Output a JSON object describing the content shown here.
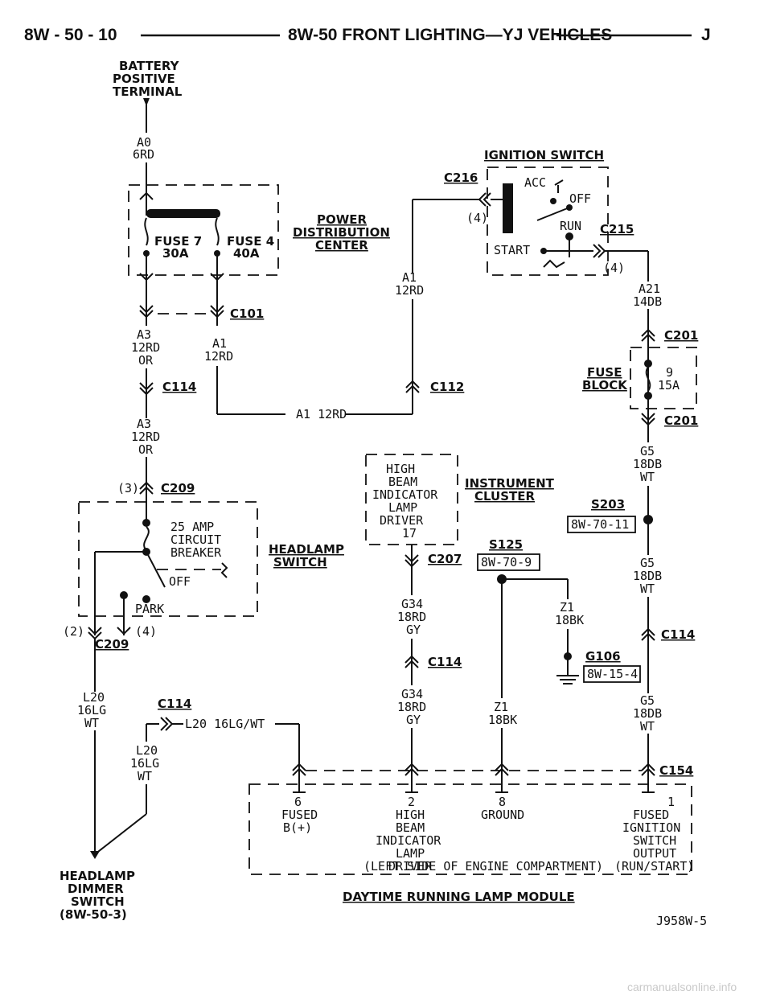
{
  "header": {
    "left": "8W - 50 - 10",
    "center": "8W-50 FRONT LIGHTING—YJ VEHICLES",
    "right": "J"
  },
  "battery": {
    "line1": "BATTERY",
    "line2": "POSITIVE",
    "line3": "TERMINAL"
  },
  "wires": {
    "a0": "A0",
    "a0_color": "6RD",
    "a1": "A1",
    "a1_color": "12RD",
    "a1_full": "A1 12RD",
    "a3": "A3",
    "a3_color": "12RD",
    "a3_color2": "OR",
    "a21": "A21",
    "a21_color": "14DB",
    "g5": "G5",
    "g5_color": "18DB",
    "g5_color2": "WT",
    "g34": "G34",
    "g34_color": "18RD",
    "g34_color2": "GY",
    "z1": "Z1",
    "z1_color": "18BK",
    "l20": "L20",
    "l20_color": "16LG",
    "l20_color2": "WT",
    "l20_full": "L20 16LG/WT"
  },
  "pdc": {
    "fuse7": "FUSE 7",
    "fuse7_amp": "30A",
    "fuse4": "FUSE 4",
    "fuse4_amp": "40A",
    "name1": "POWER",
    "name2": "DISTRIBUTION",
    "name3": "CENTER"
  },
  "connectors": {
    "c101": "C101",
    "c114": "C114",
    "c112": "C112",
    "c216": "C216",
    "c215": "C215",
    "c201": "C201",
    "c209": "C209",
    "c207": "C207",
    "c154": "C154"
  },
  "ignition": {
    "title": "IGNITION SWITCH",
    "acc": "ACC",
    "off": "OFF",
    "run": "RUN",
    "start": "START",
    "pin4a": "(4)",
    "pin4b": "(4)"
  },
  "fuse_block": {
    "name1": "FUSE",
    "name2": "BLOCK",
    "num": "9",
    "amp": "15A"
  },
  "cluster": {
    "l1": "HIGH",
    "l2": "BEAM",
    "l3": "INDICATOR",
    "l4": "LAMP",
    "l5": "DRIVER",
    "pin": "17",
    "name1": "INSTRUMENT",
    "name2": "CLUSTER"
  },
  "splices": {
    "s203": "S203",
    "s203_ref": "8W-70-11",
    "s125": "S125",
    "s125_ref": "8W-70-9",
    "g106": "G106",
    "g106_ref": "8W-15-4"
  },
  "headlamp_switch": {
    "cb1": "25 AMP",
    "cb2": "CIRCUIT",
    "cb3": "BREAKER",
    "off": "OFF",
    "park": "PARK",
    "pin3": "(3)",
    "pin2": "(2)",
    "pin4": "(4)",
    "name1": "HEADLAMP",
    "name2": "SWITCH"
  },
  "dimmer": {
    "l1": "HEADLAMP",
    "l2": "DIMMER",
    "l3": "SWITCH",
    "l4": "(8W-50-3)"
  },
  "module": {
    "p6": "6",
    "p6a": "FUSED",
    "p6b": "B(+)",
    "p2": "2",
    "p2a": "HIGH",
    "p2b": "BEAM",
    "p2c": "INDICATOR",
    "p2d": "LAMP",
    "p2e": "DRIVER",
    "p8": "8",
    "p8a": "GROUND",
    "p1": "1",
    "p1a": "FUSED",
    "p1b": "IGNITION",
    "p1c": "SWITCH",
    "p1d": "OUTPUT",
    "p1e": "(RUN/START)",
    "location": "(LEFT SIDE OF ENGINE COMPARTMENT)",
    "name": "DAYTIME RUNNING LAMP MODULE"
  },
  "figure_id": "J958W-5",
  "watermark": "carmanualsonline.info"
}
